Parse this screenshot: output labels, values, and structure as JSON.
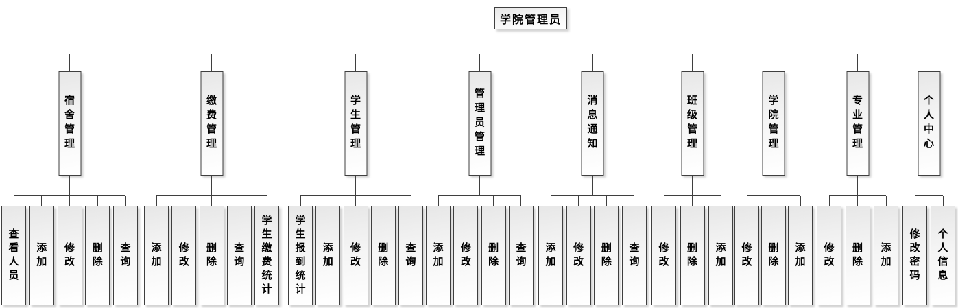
{
  "root": {
    "label": "学院管理员"
  },
  "colors": {
    "line": "#3f3f3f",
    "box_border": "#3f3f3f",
    "box_fill_top": "#e7e7e7",
    "box_fill_bottom": "#ffffff"
  },
  "groups": [
    {
      "label": "宿舍管理",
      "children": [
        "查看人员",
        "添加",
        "修改",
        "删除",
        "查询"
      ]
    },
    {
      "label": "缴费管理",
      "children": [
        "添加",
        "修改",
        "删除",
        "查询",
        "学生缴费统计"
      ]
    },
    {
      "label": "学生管理",
      "children": [
        "学生报到统计",
        "添加",
        "修改",
        "删除",
        "查询"
      ]
    },
    {
      "label": "管理员管理",
      "children": [
        "添加",
        "修改",
        "删除",
        "查询"
      ]
    },
    {
      "label": "消息通知",
      "children": [
        "添加",
        "修改",
        "删除",
        "查询"
      ]
    },
    {
      "label": "班级管理",
      "children": [
        "修改",
        "删除",
        "添加"
      ]
    },
    {
      "label": "学院管理",
      "children": [
        "修改",
        "删除",
        "添加"
      ]
    },
    {
      "label": "专业管理",
      "children": [
        "修改",
        "删除",
        "添加"
      ]
    },
    {
      "label": "个人中心",
      "children": [
        "修改密码",
        "个人信息"
      ]
    }
  ]
}
